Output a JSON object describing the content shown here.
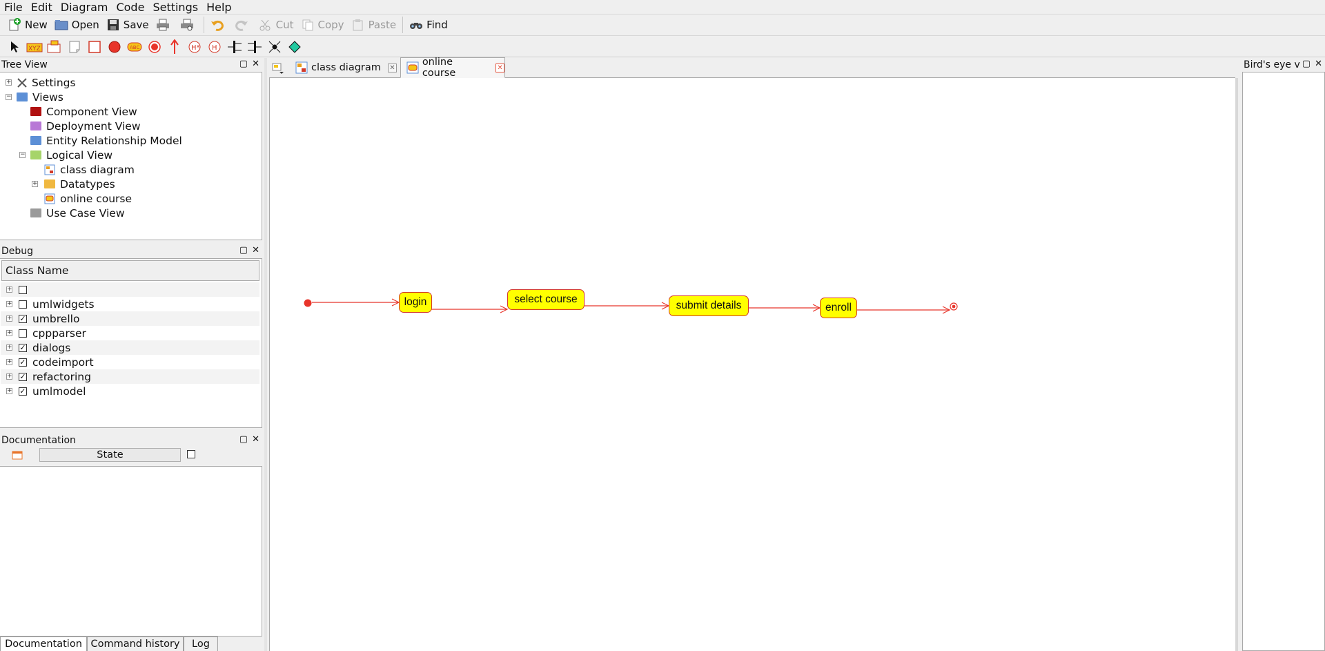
{
  "menu": [
    "File",
    "Edit",
    "Diagram",
    "Code",
    "Settings",
    "Help"
  ],
  "toolbar": {
    "new": "New",
    "open": "Open",
    "save": "Save",
    "cut": "Cut",
    "copy": "Copy",
    "paste": "Paste",
    "find": "Find"
  },
  "tree_view": {
    "title": "Tree View",
    "items": [
      "Settings",
      "Views",
      "Component View",
      "Deployment View",
      "Entity Relationship Model",
      "Logical View",
      "class diagram",
      "Datatypes",
      "online course",
      "Use Case View"
    ]
  },
  "debug": {
    "title": "Debug",
    "header": "Class Name",
    "rows": [
      {
        "label": "",
        "checked": false
      },
      {
        "label": "umlwidgets",
        "checked": false
      },
      {
        "label": "umbrello",
        "checked": true
      },
      {
        "label": "cppparser",
        "checked": false
      },
      {
        "label": "dialogs",
        "checked": true
      },
      {
        "label": "codeimport",
        "checked": true
      },
      {
        "label": "refactoring",
        "checked": true
      },
      {
        "label": "umlmodel",
        "checked": true
      }
    ]
  },
  "documentation": {
    "title": "Documentation",
    "state_label": "State"
  },
  "bottom_tabs": [
    "Documentation",
    "Command history",
    "Log"
  ],
  "tabs": [
    {
      "label": "class diagram",
      "active": false
    },
    {
      "label": "online course",
      "active": true
    }
  ],
  "birds_eye": {
    "title": "Bird's eye view"
  },
  "diagram": {
    "states": [
      "login",
      "select course",
      "submit details",
      "enroll"
    ]
  },
  "colors": {
    "state_fill": "#ffff00",
    "state_border": "#d23a2a",
    "transition": "#e8342a"
  }
}
